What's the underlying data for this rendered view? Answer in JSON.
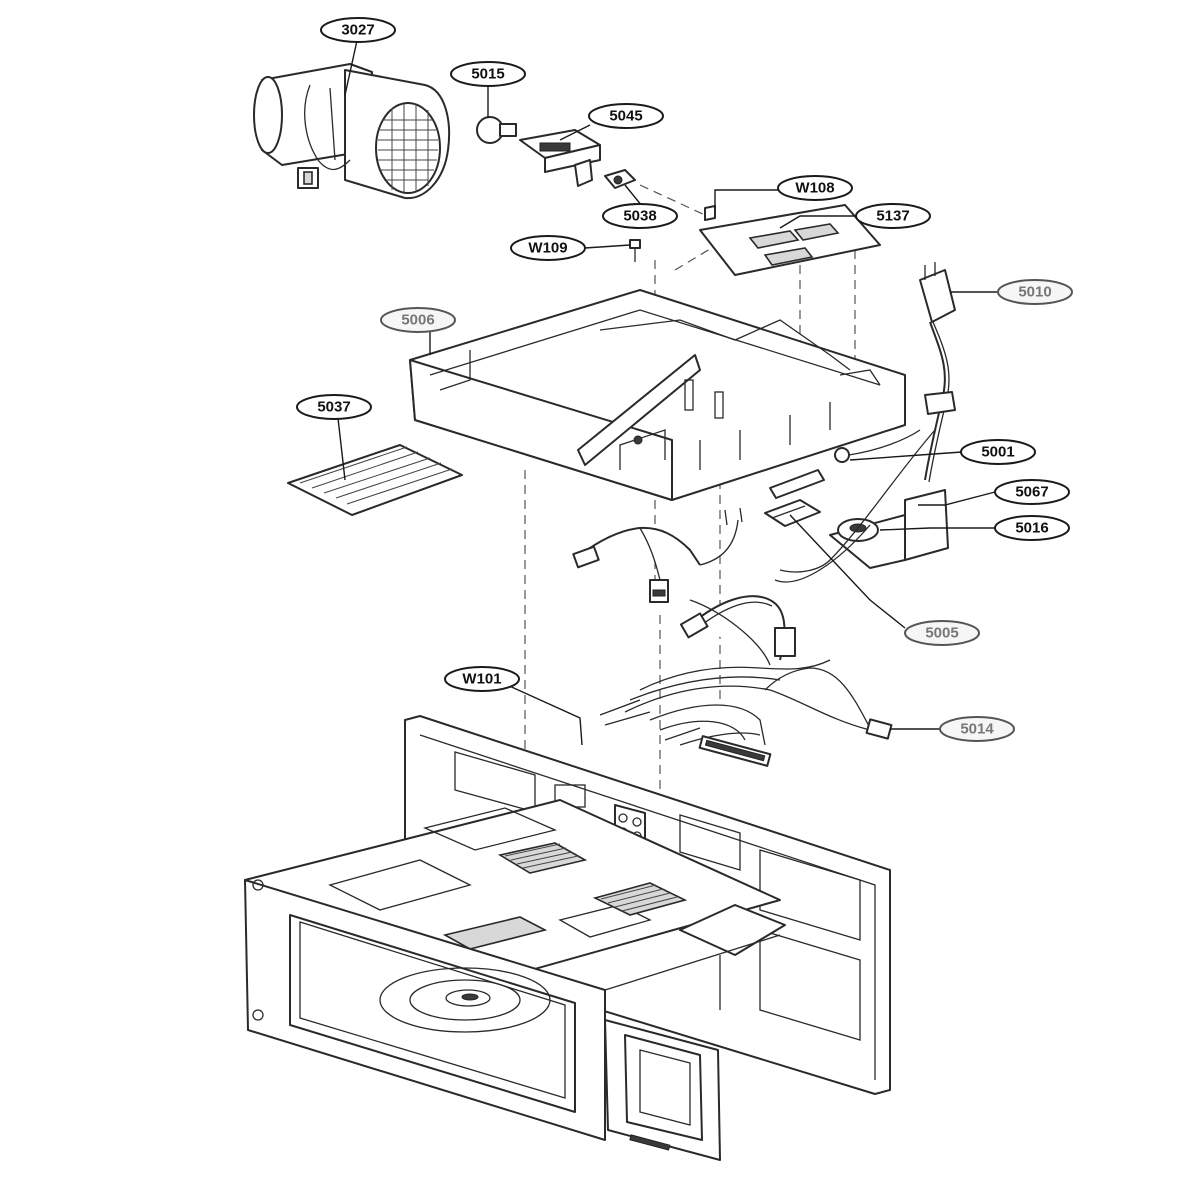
{
  "callouts": {
    "c3027": "3027",
    "c5015": "5015",
    "c5045": "5045",
    "cW108": "W108",
    "c5038": "5038",
    "c5137": "5137",
    "cW109": "W109",
    "c5010": "5010",
    "c5006": "5006",
    "c5037": "5037",
    "c5001": "5001",
    "c5067": "5067",
    "c5016": "5016",
    "c5005": "5005",
    "cW101": "W101",
    "c5014": "5014"
  }
}
